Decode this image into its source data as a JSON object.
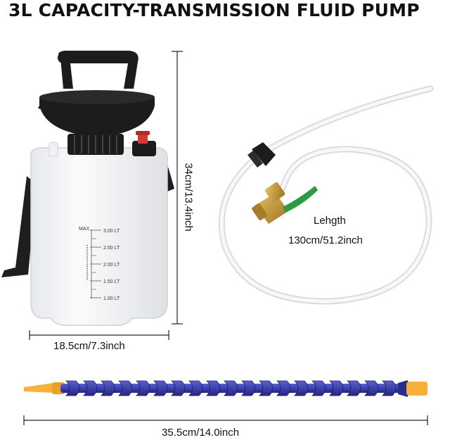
{
  "title": "3L CAPACITY-TRANSMISSION FLUID PUMP",
  "dimensions": {
    "height": "34cm/13.4inch",
    "width": "18.5cm/7.3inch",
    "hose_caption": "Lehgth",
    "hose_length": "130cm/51.2inch",
    "nozzle_length": "35.5cm/14.0inch"
  },
  "scale": {
    "max_label": "MAX",
    "marks": [
      "3.00 LT",
      "2.50 LT",
      "2.00 LT",
      "1.50 LT",
      "1.00 LT"
    ]
  },
  "colors": {
    "tank": "#f4f5f7",
    "cap": "#1c1c1c",
    "valve_red": "#d23a3a",
    "brass": "#c89a3c",
    "handle_green": "#2e9a46",
    "nozzle_blue": "#3b3ea0",
    "nozzle_orange": "#f5b13a"
  }
}
